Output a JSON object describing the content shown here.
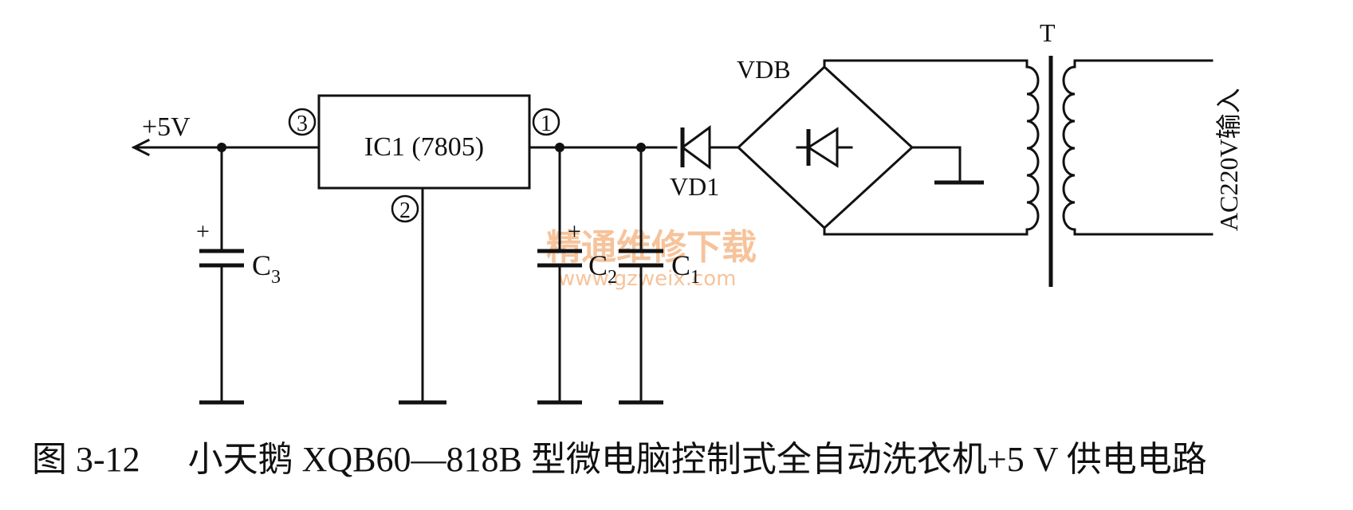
{
  "labels": {
    "plus5v": "+5V",
    "ic1": "IC1 (7805)",
    "pin1": "1",
    "pin2": "2",
    "pin3": "3",
    "c1": "C",
    "c1_sub": "1",
    "c2": "C",
    "c2_sub": "2",
    "c3": "C",
    "c3_sub": "3",
    "plus_sign": "+",
    "vd1": "VD1",
    "vdb": "VDB",
    "t": "T",
    "ac_input": "AC220V输入"
  },
  "watermark": {
    "line1": "精通维修下载",
    "line2": "www.gzweix.com",
    "color": "#f3b07a"
  },
  "caption": {
    "number": "图 3-12",
    "text": "小天鹅 XQB60—818B 型微电脑控制式全自动洗衣机+5 V 供电电路"
  }
}
